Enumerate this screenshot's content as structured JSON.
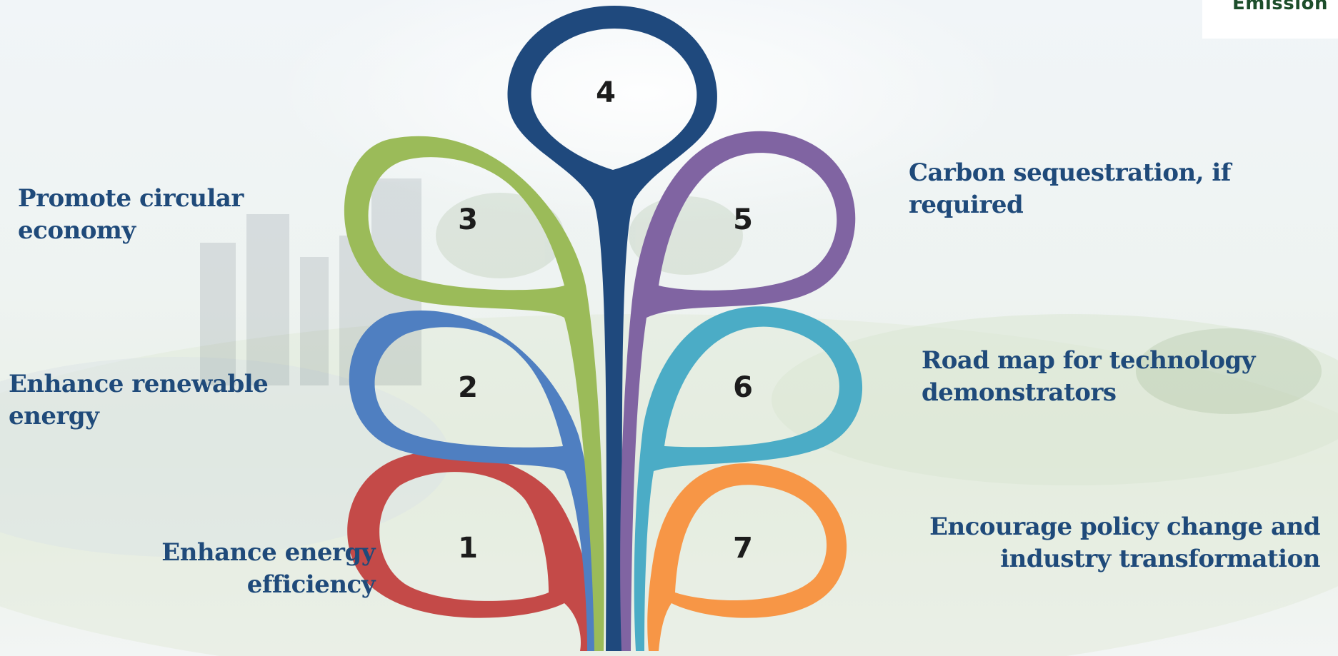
{
  "logo": {
    "text": "Emission"
  },
  "petals": [
    {
      "id": 1,
      "number": "1",
      "label": "Enhance energy efficiency",
      "color": "#c44a48"
    },
    {
      "id": 2,
      "number": "2",
      "label": "Enhance renewable energy",
      "color": "#4f7fc1"
    },
    {
      "id": 3,
      "number": "3",
      "label": "Promote circular economy",
      "color": "#9bbb59"
    },
    {
      "id": 4,
      "number": "4",
      "label": "",
      "color": "#1f497d"
    },
    {
      "id": 5,
      "number": "5",
      "label": "Carbon sequestration, if required",
      "color": "#8064a2"
    },
    {
      "id": 6,
      "number": "6",
      "label": "Road map for technology demonstrators",
      "color": "#4bacc6"
    },
    {
      "id": 7,
      "number": "7",
      "label": "Encourage policy change and industry transformation",
      "color": "#f79646"
    }
  ],
  "label_color": "#1f4a7a"
}
